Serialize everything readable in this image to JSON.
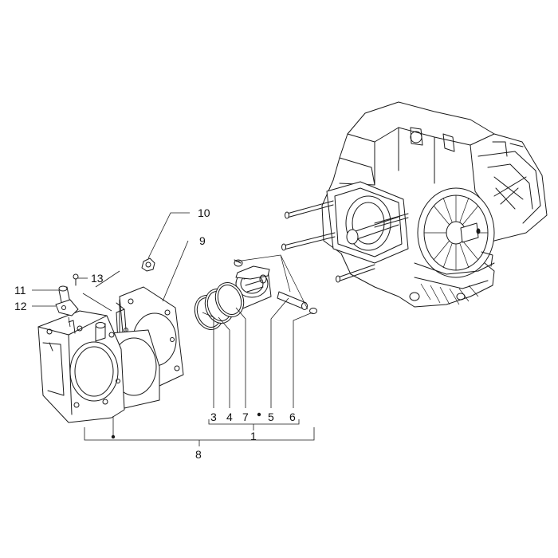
{
  "callouts": {
    "c1": "1",
    "c3": "3",
    "c4": "4",
    "c5": "5",
    "c6": "6",
    "c7": "7",
    "c8": "8",
    "c9": "9",
    "c10": "10",
    "c11": "11",
    "c12": "12",
    "c13": "13"
  }
}
